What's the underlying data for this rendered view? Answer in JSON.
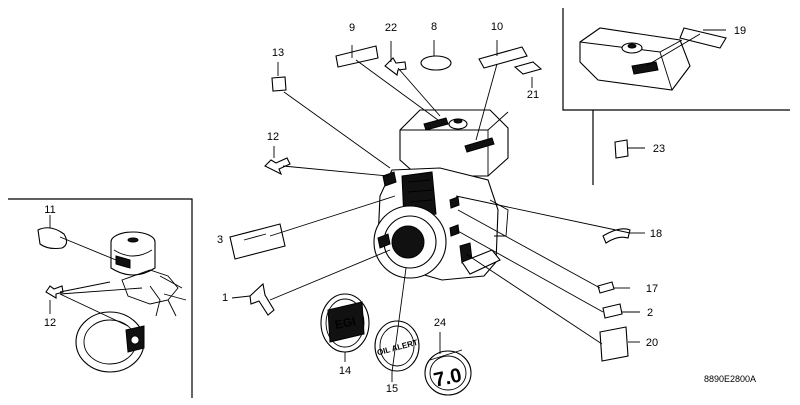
{
  "callouts": {
    "c1": "1",
    "c2": "2",
    "c3": "3",
    "c8": "8",
    "c9": "9",
    "c10": "10",
    "c11": "11",
    "c12a": "12",
    "c12b": "12",
    "c13": "13",
    "c14": "14",
    "c15": "15",
    "c17": "17",
    "c18": "18",
    "c19": "19",
    "c20": "20",
    "c21": "21",
    "c22": "22",
    "c23": "23",
    "c24": "24"
  },
  "emblems": {
    "egi": "EGI",
    "oil_alert": "OIL ALERT",
    "hp": "7.0"
  },
  "drawing_code": "8890E2800A"
}
